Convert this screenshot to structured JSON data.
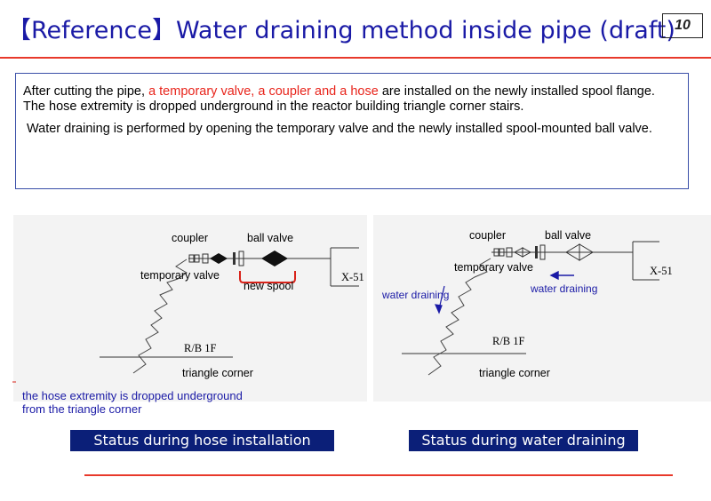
{
  "header": {
    "title": "【Reference】Water draining method inside pipe (draft)",
    "page_number": "10"
  },
  "description": {
    "p1_start": "After cutting the pipe, ",
    "p1_highlight": "a temporary valve, a coupler and a hose",
    "p1_end": " are installed on the newly installed spool flange. The hose extremity is dropped underground in the reactor building triangle corner stairs.",
    "p2": "Water draining is performed by opening the temporary valve and the newly installed spool-mounted ball valve."
  },
  "left_diagram": {
    "coupler": "coupler",
    "ball_valve": "ball valve",
    "temporary_valve": "temporary valve",
    "new_spool": "new spool",
    "x51": "X-51",
    "rb1f": "R/B 1F",
    "triangle_corner": "triangle corner",
    "note_line1": "the hose extremity is dropped underground",
    "note_line2": "from the triangle corner",
    "caption": "Status during hose installation"
  },
  "right_diagram": {
    "coupler": "coupler",
    "ball_valve": "ball valve",
    "temporary_valve": "temporary valve",
    "water_draining_left": "water draining",
    "water_draining_right": "water draining",
    "x51": "X-51",
    "rb1f": "R/B 1F",
    "triangle_corner": "triangle corner",
    "caption": "Status during water draining"
  },
  "colors": {
    "title": "#1a1aa6",
    "accent_red": "#e8392b",
    "caption_bg": "#0b1f78",
    "box_border": "#3a4fa8"
  }
}
